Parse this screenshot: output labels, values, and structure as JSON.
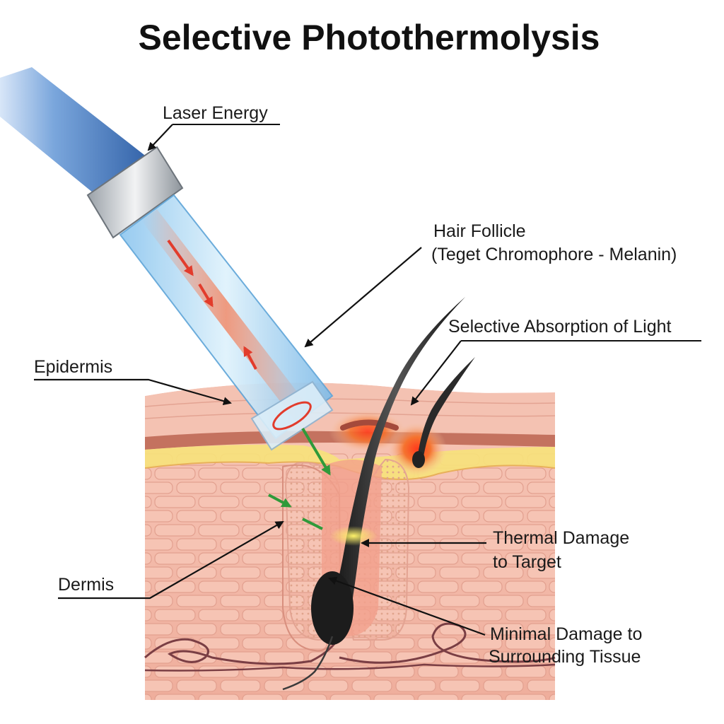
{
  "title": "Selective Photothermolysis",
  "labels": {
    "laser_energy": "Laser Energy",
    "hair_follicle": "Hair Follicle",
    "target_chromophore": "(Teget Chromophore - Melanin)",
    "selective_absorption": "Selective Absorption of Light",
    "epidermis": "Epidermis",
    "thermal_damage_line1": "Thermal Damage",
    "thermal_damage_line2": "to Target",
    "dermis": "Dermis",
    "minimal_damage_line1": "Minimal Damage to",
    "minimal_damage_line2": "Surrounding Tissue"
  },
  "colors": {
    "skin_base": "#f2b9a8",
    "skin_cells": "#e9a391",
    "epidermis_top": "#f4c2b2",
    "epidermis_band": "#c4725f",
    "heat_yellow": "#f7e27a",
    "hair": "#222222",
    "laser_body": "#5d8ed0",
    "laser_beam": "#bfe2f7",
    "beam_core": "#f08a6a",
    "arrow_red": "#e23c2c",
    "arrow_green": "#2f9a3a",
    "heat_red": "#e0452c",
    "vessel": "#7a3e44"
  },
  "icons": {
    "laser": "laser-handpiece-icon",
    "hair": "hair-strand-icon"
  }
}
